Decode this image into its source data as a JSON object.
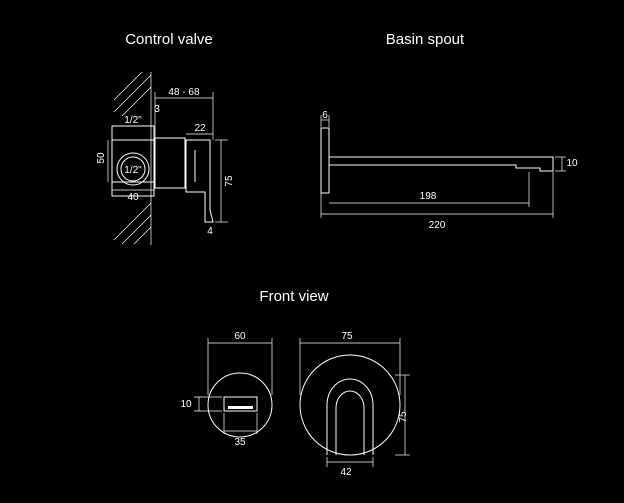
{
  "titles": {
    "control_valve": "Control valve",
    "basin_spout": "Basin spout",
    "front_view": "Front view"
  },
  "control_valve": {
    "depth_range": "48 - 68",
    "wall_gap": "3",
    "inlet_top": "1/2\"",
    "inlet_circle": "1/2\"",
    "height_50": "50",
    "width_40": "40",
    "plate_22": "22",
    "height_75": "75",
    "plate_4": "4"
  },
  "basin_spout": {
    "plate_6": "6",
    "outlet_10": "10",
    "length_198": "198",
    "length_220": "220"
  },
  "front_view": {
    "width_60": "60",
    "width_75": "75",
    "height_10": "10",
    "width_35": "35",
    "height_75": "75",
    "width_42": "42"
  }
}
